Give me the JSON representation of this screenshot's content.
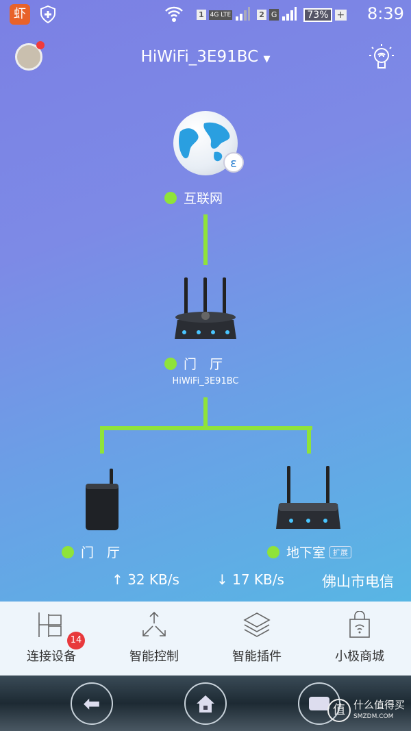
{
  "status_bar": {
    "sim1": "1",
    "sim1_network": "4G LTE",
    "sim2": "2",
    "sim2_network": "G",
    "battery": "73%",
    "time": "8:39"
  },
  "header": {
    "title": "HiWiFi_3E91BC"
  },
  "topology": {
    "internet": {
      "label": "互联网"
    },
    "main_router": {
      "label": "门　厅",
      "ssid": "HiWiFi_3E91BC"
    },
    "nodes": [
      {
        "label": "门　厅"
      },
      {
        "label": "地下室",
        "badge": "扩展"
      }
    ],
    "upload": "↑ 32 KB/s",
    "download": "↓ 17 KB/s",
    "isp": "佛山市电信"
  },
  "tabs": [
    {
      "label": "连接设备",
      "badge": "14"
    },
    {
      "label": "智能控制"
    },
    {
      "label": "智能插件"
    },
    {
      "label": "小极商城"
    }
  ],
  "watermark": {
    "cn": "什么值得买",
    "en": "SMZDM.COM"
  }
}
